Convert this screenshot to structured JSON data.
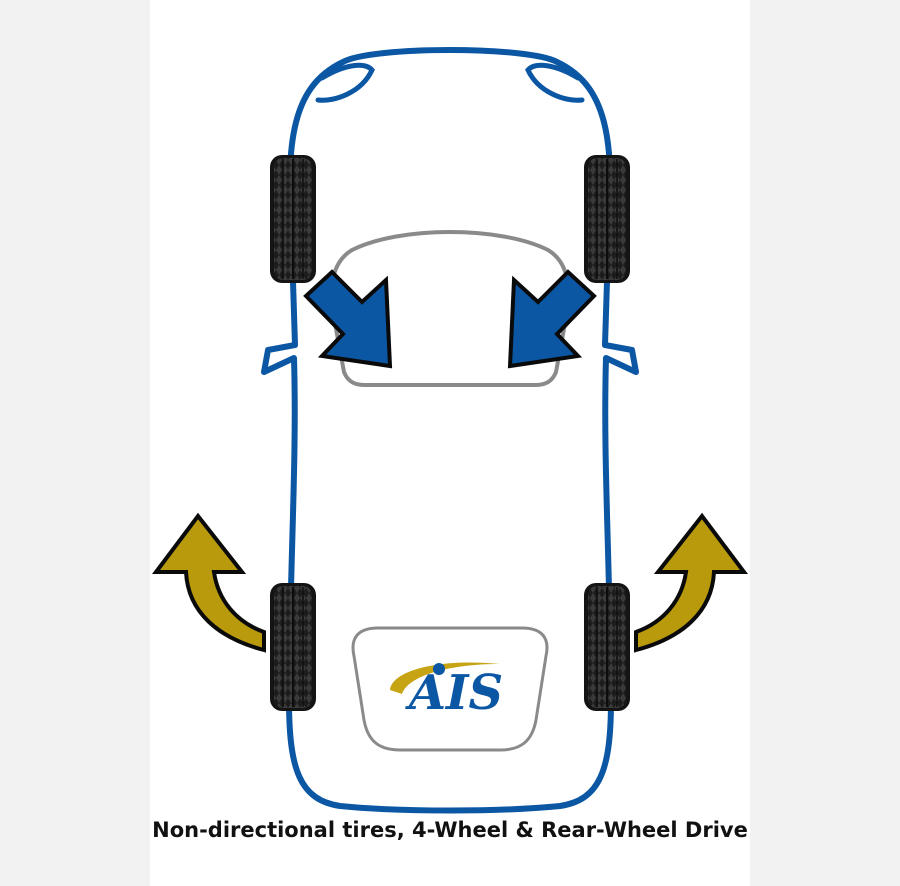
{
  "caption": "Non-directional tires, 4-Wheel & Rear-Wheel Drive",
  "logo": {
    "text": "AIS"
  },
  "colors": {
    "car_outline": "#0b57a4",
    "windshield": "#8a8a8a",
    "front_arrows": "#0b57a4",
    "rear_arrows": "#b89a0c",
    "logo_blue": "#0b57a4",
    "logo_gold": "#c7a413",
    "tire": "#1a1a1a",
    "page_bg": "#f2f2f2"
  },
  "icons": {
    "front_left_arrow": "arrow-down-right-icon",
    "front_right_arrow": "arrow-down-left-icon",
    "rear_left_arrow": "curved-arrow-up-icon",
    "rear_right_arrow": "curved-arrow-up-icon"
  },
  "tires": [
    "front-left",
    "front-right",
    "rear-left",
    "rear-right"
  ]
}
